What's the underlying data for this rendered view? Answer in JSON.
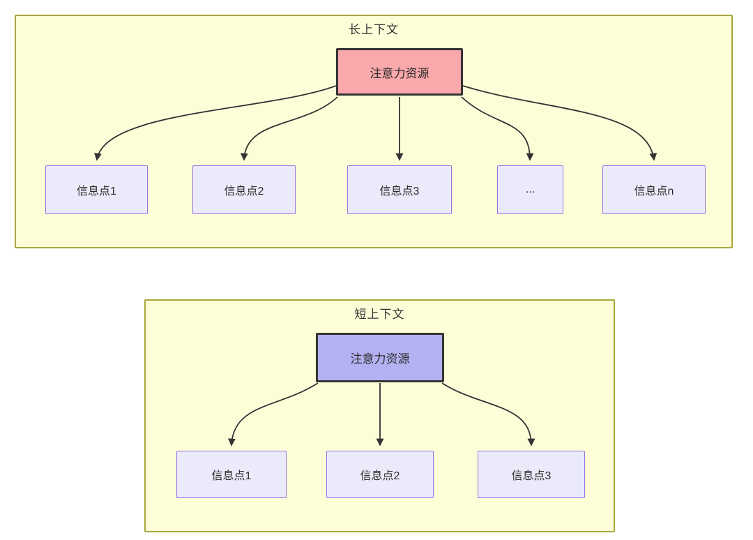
{
  "colors": {
    "page_bg": "#FFFFFF",
    "container_fill": "#FDFDD8",
    "container_border": "#A8A83C",
    "attention_long_fill": "#F9A8AB",
    "attention_short_fill": "#B3B1F2",
    "attention_border": "#333333",
    "info_fill": "#EAEAFA",
    "info_border": "#9673E0",
    "text": "#333333",
    "arrow": "#333333"
  },
  "long_context": {
    "title": "长上下文",
    "attention_label": "注意力资源",
    "info_points": [
      {
        "label": "信息点1"
      },
      {
        "label": "信息点2"
      },
      {
        "label": "信息点3"
      },
      {
        "label": "..."
      },
      {
        "label": "信息点n"
      }
    ]
  },
  "short_context": {
    "title": "短上下文",
    "attention_label": "注意力资源",
    "info_points": [
      {
        "label": "信息点1"
      },
      {
        "label": "信息点2"
      },
      {
        "label": "信息点3"
      }
    ]
  }
}
